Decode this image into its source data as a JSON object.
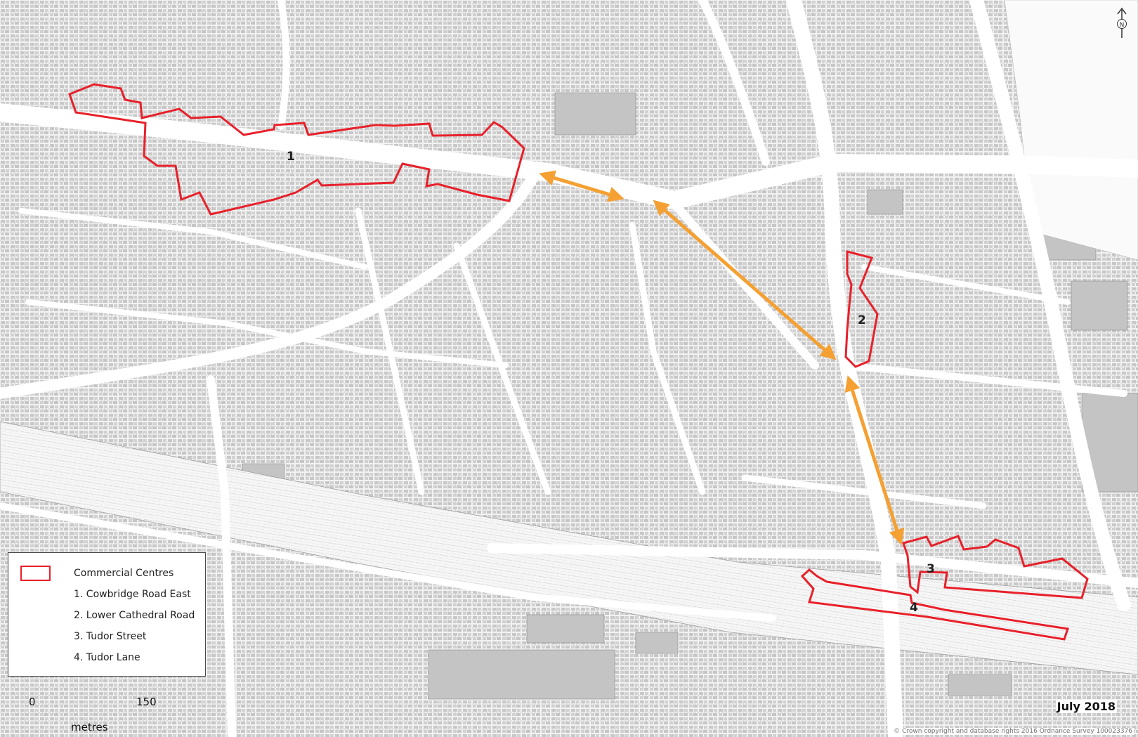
{
  "legend": {
    "title": "Commercial Centres",
    "items": [
      "1. Cowbridge Road East",
      "2. Lower Cathedral Road",
      "3. Tudor Street",
      "4. Tudor Lane"
    ]
  },
  "centre_labels": [
    "1",
    "2",
    "3",
    "4"
  ],
  "scale_bar": {
    "start": "0",
    "end": "150",
    "unit": "metres"
  },
  "date": "July 2018",
  "copyright": "© Crown copyright and database rights 2016 Ordnance Survey 100023376",
  "north_label": "N",
  "colors": {
    "boundary": "#e8202a",
    "arrow": "#f5a033",
    "building": "#cfcfcf",
    "road": "#ffffff",
    "block": "#efefef"
  },
  "icons": {
    "north_arrow": "north-arrow-icon"
  }
}
